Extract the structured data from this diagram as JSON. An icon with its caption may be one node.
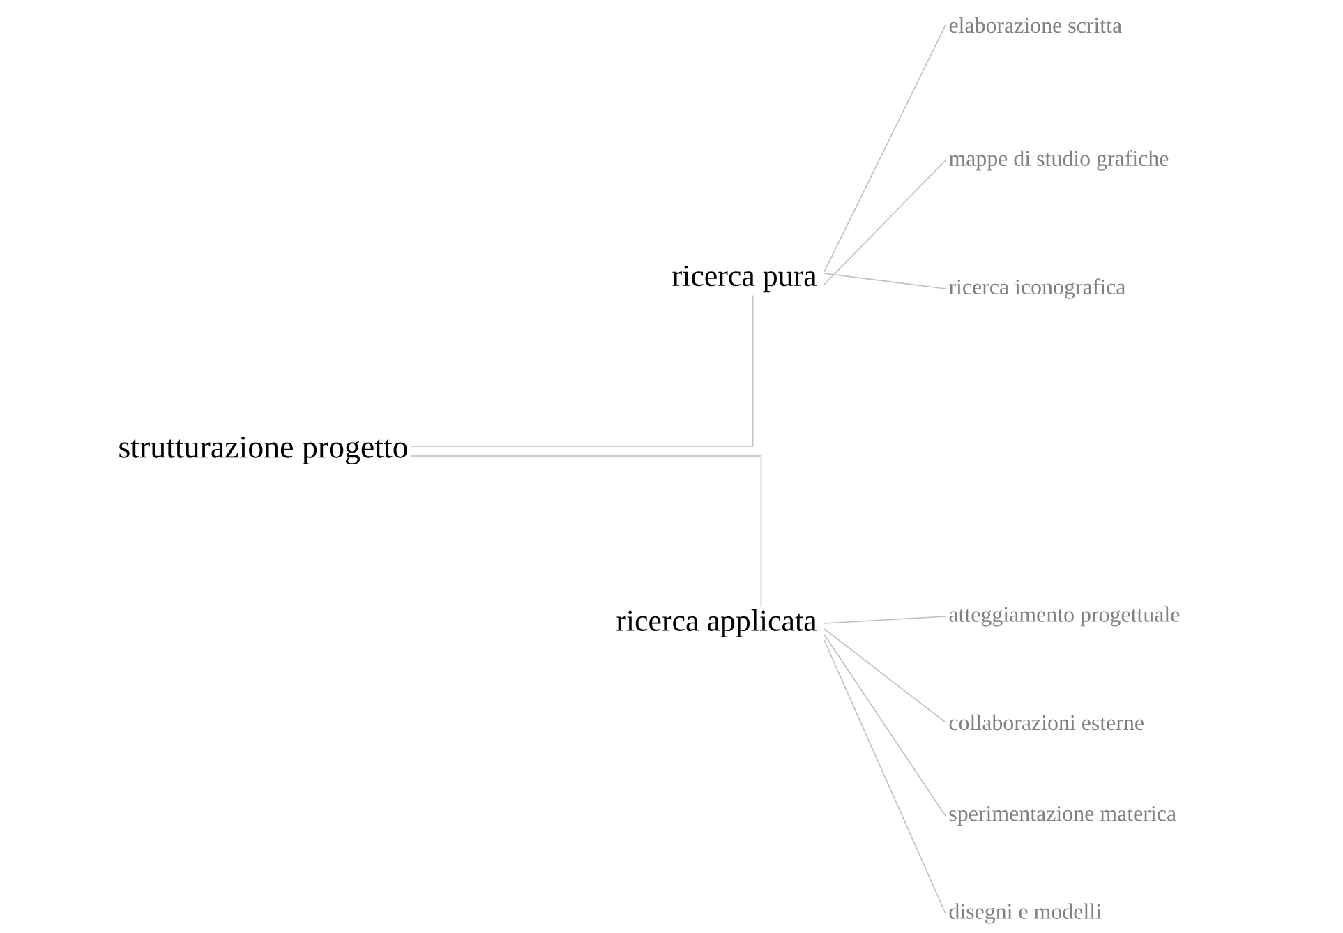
{
  "diagram": {
    "nodes": [
      {
        "text": [
          "strutturazione progetto"
        ]
      },
      {
        "text": [
          "ricerca pura"
        ]
      },
      {
        "text": [
          "ricerca applicata"
        ]
      },
      {
        "text": [
          "elaborazione scritta"
        ]
      },
      {
        "text": [
          "mappe di studio grafiche"
        ]
      },
      {
        "text": [
          "ricerca iconografica"
        ]
      },
      {
        "text": [
          "atteggiamento progettuale"
        ]
      },
      {
        "text": [
          "collaborazioni esterne"
        ]
      },
      {
        "text": [
          "sperimentazione materica"
        ]
      },
      {
        "text": [
          "disegni e modelli"
        ]
      }
    ],
    "edges": [
      {
        "from": 0,
        "to": 1,
        "arrow": "none"
      },
      {
        "from": 0,
        "to": 2,
        "arrow": "none"
      },
      {
        "from": 1,
        "to": 3,
        "arrow": "none"
      },
      {
        "from": 1,
        "to": 4,
        "arrow": "none"
      },
      {
        "from": 1,
        "to": 5,
        "arrow": "none"
      },
      {
        "from": 2,
        "to": 6,
        "arrow": "none"
      },
      {
        "from": 2,
        "to": 7,
        "arrow": "none"
      },
      {
        "from": 2,
        "to": 8,
        "arrow": "none"
      },
      {
        "from": 2,
        "to": 9,
        "arrow": "none"
      }
    ]
  }
}
